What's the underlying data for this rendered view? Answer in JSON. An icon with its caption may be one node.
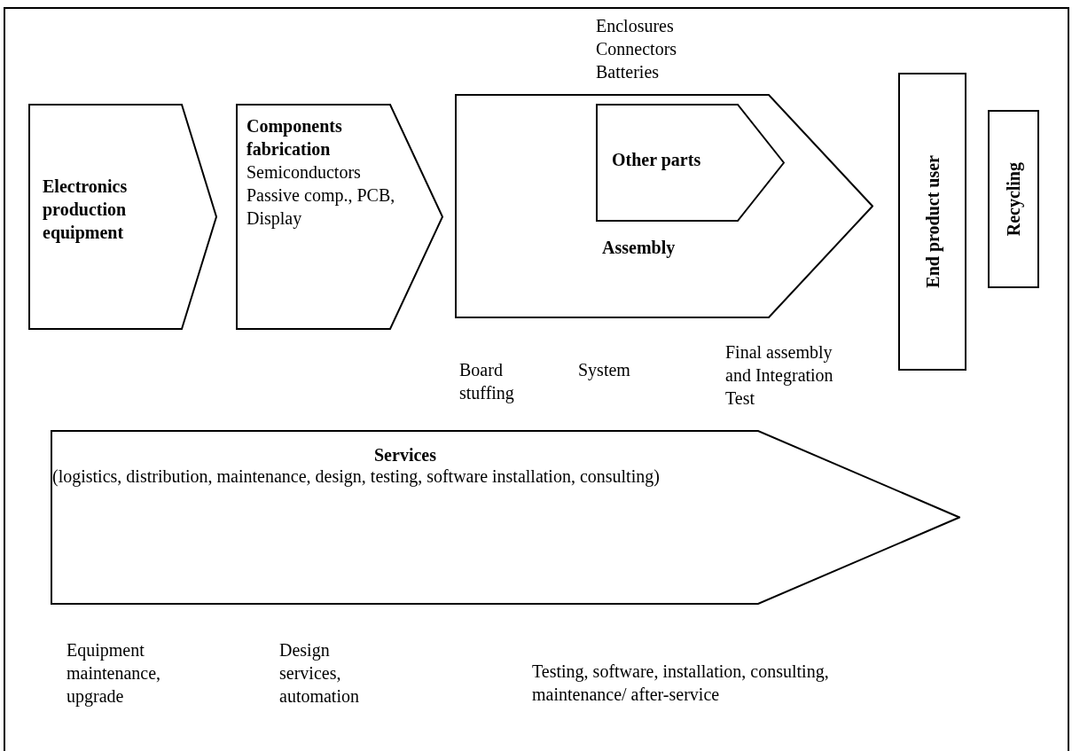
{
  "diagram": {
    "nodes": [
      {
        "text": [
          "Electronics production equipment"
        ]
      },
      {
        "text": [
          "Components fabrication",
          "Semiconductors Passive comp., PCB, Display"
        ]
      },
      {
        "text": [
          "Assembly"
        ]
      },
      {
        "text": [
          "Other parts"
        ],
        "in": 2
      },
      {
        "text": [
          "End product user"
        ]
      },
      {
        "text": [
          "Recycling"
        ]
      },
      {
        "text": [
          "Services",
          "(logistics, distribution, maintenance, design, testing, software installation, consulting)"
        ]
      }
    ],
    "edges": [],
    "labels": [
      "Enclosures Connectors Batteries",
      "Board stuffing",
      "System",
      "Final assembly and Integration Test",
      "Equipment maintenance, upgrade",
      "Design services, automation",
      "Testing, software, installation, consulting, maintenance/ after-service"
    ]
  }
}
